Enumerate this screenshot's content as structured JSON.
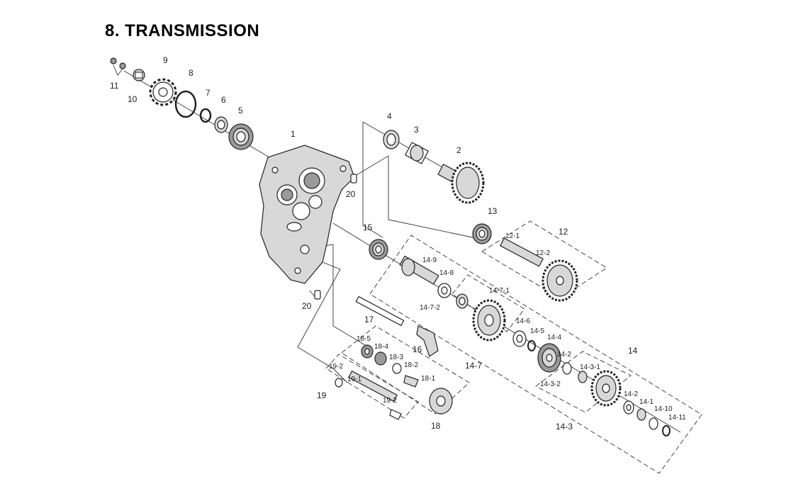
{
  "title": "8. TRANSMISSION",
  "labels": {
    "p1": "1",
    "p2": "2",
    "p3": "3",
    "p4": "4",
    "p5": "5",
    "p6": "6",
    "p7": "7",
    "p8": "8",
    "p9": "9",
    "p10": "10",
    "p11": "11",
    "p12": "12",
    "p12_1": "12-1",
    "p12_2": "12-2",
    "p13": "13",
    "p14": "14",
    "p14_1": "14-1",
    "p14_2a": "14-2",
    "p14_2b": "14-2",
    "p14_3": "14-3",
    "p14_3_1": "14-3-1",
    "p14_3_2": "14-3-2",
    "p14_4": "14-4",
    "p14_5": "14-5",
    "p14_6": "14-6",
    "p14_7": "14-7",
    "p14_7_1": "14-7-1",
    "p14_7_2": "14-7-2",
    "p14_8": "14-8",
    "p14_9": "14-9",
    "p14_10": "14-10",
    "p14_11": "14-11",
    "p15": "15",
    "p16": "16",
    "p17": "17",
    "p18": "18",
    "p18_1": "18-1",
    "p18_2": "18-2",
    "p18_3": "18-3",
    "p18_4": "18-4",
    "p18_5": "18-5",
    "p19": "19",
    "p19_1": "19-1",
    "p19_2a": "19-2",
    "p19_2b": "19-2",
    "p20a": "20",
    "p20b": "20"
  }
}
